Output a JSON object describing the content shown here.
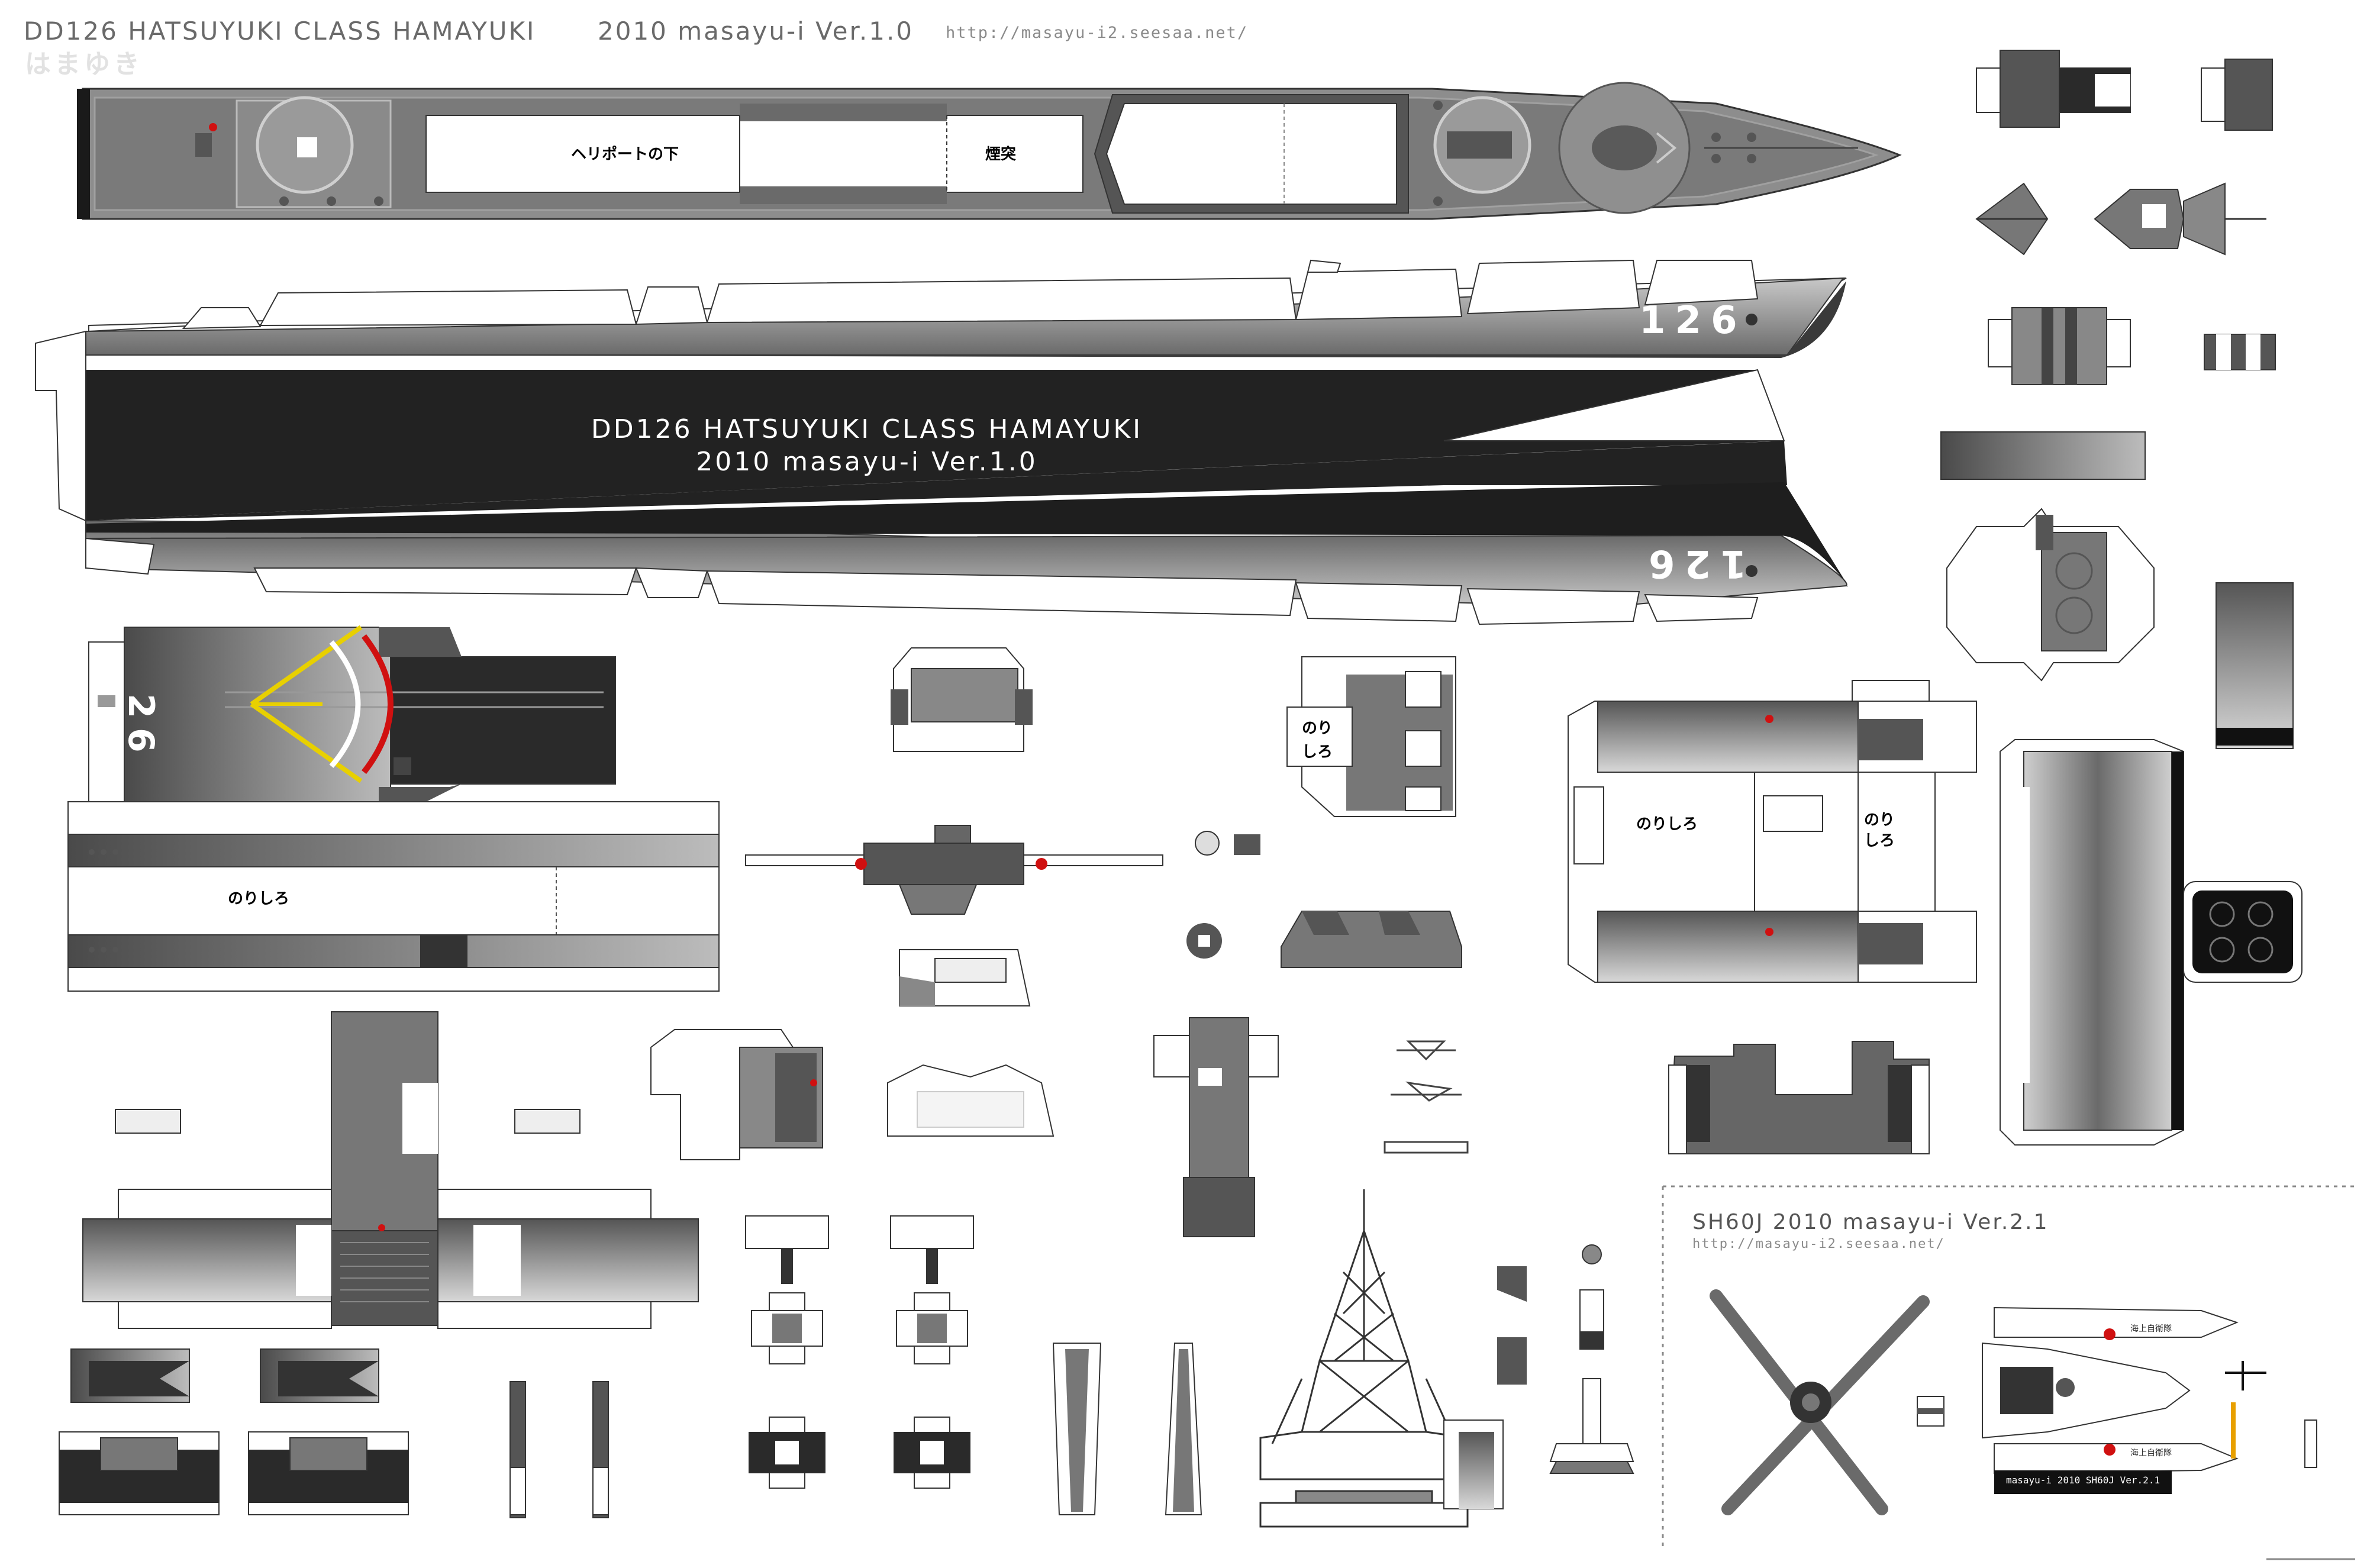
{
  "header": {
    "title": "DD126 HATSUYUKI CLASS  HAMAYUKI",
    "version": "2010 masayu-i Ver.1.0",
    "url": "http://masayu-i2.seesaa.net/",
    "kana": "はまゆき"
  },
  "deck_labels": {
    "heliport_under": "ヘリポートの下",
    "funnel": "煙突"
  },
  "hull": {
    "line1": "DD126 HATSUYUKI CLASS HAMAYUKI",
    "line2": "2010 masayu-i Ver.1.0",
    "number_top": "126",
    "number_bottom": "126"
  },
  "flight_deck_number": "26",
  "glue_labels": {
    "norishiro": "のりしろ",
    "nori": "のり",
    "shiro": "しろ"
  },
  "heli": {
    "title": "SH60J  2010 masayu-i Ver.2.1",
    "url": "http://masayu-i2.seesaa.net/",
    "caption": "masayu-i 2010 SH60J Ver.2.1",
    "side_text": "海上自衛隊"
  },
  "colors": {
    "hull_dark": "#222222",
    "hull_grey": "#6e6e6e",
    "deck_grey": "#8c8c8c",
    "accent_red": "#d01010",
    "accent_yellow": "#e8d000"
  }
}
